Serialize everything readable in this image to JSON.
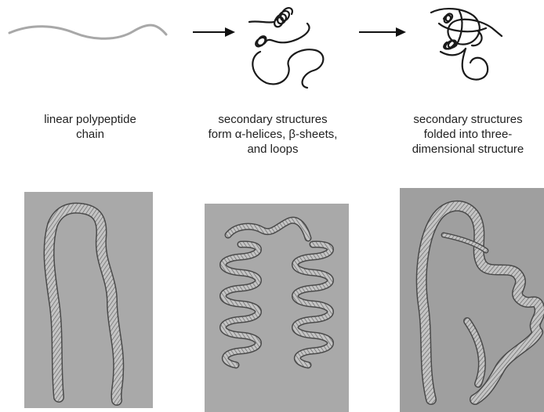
{
  "stages": [
    {
      "id": "linear",
      "caption_lines": [
        "linear polypeptide",
        "chain"
      ]
    },
    {
      "id": "secondary",
      "caption_lines": [
        "secondary structures",
        "form α-helices, β-sheets,",
        "and loops"
      ]
    },
    {
      "id": "tertiary",
      "caption_lines": [
        "secondary structures",
        "folded into three-",
        "dimensional structure"
      ]
    }
  ],
  "colors": {
    "chain_linear": "#a8a8a8",
    "chain_dark": "#1a1a1a",
    "arrow": "#111111",
    "panel_bg": "#a9a9a9",
    "ribbon_fill": "#c4c4c4",
    "ribbon_stroke": "#4a4a4a"
  }
}
